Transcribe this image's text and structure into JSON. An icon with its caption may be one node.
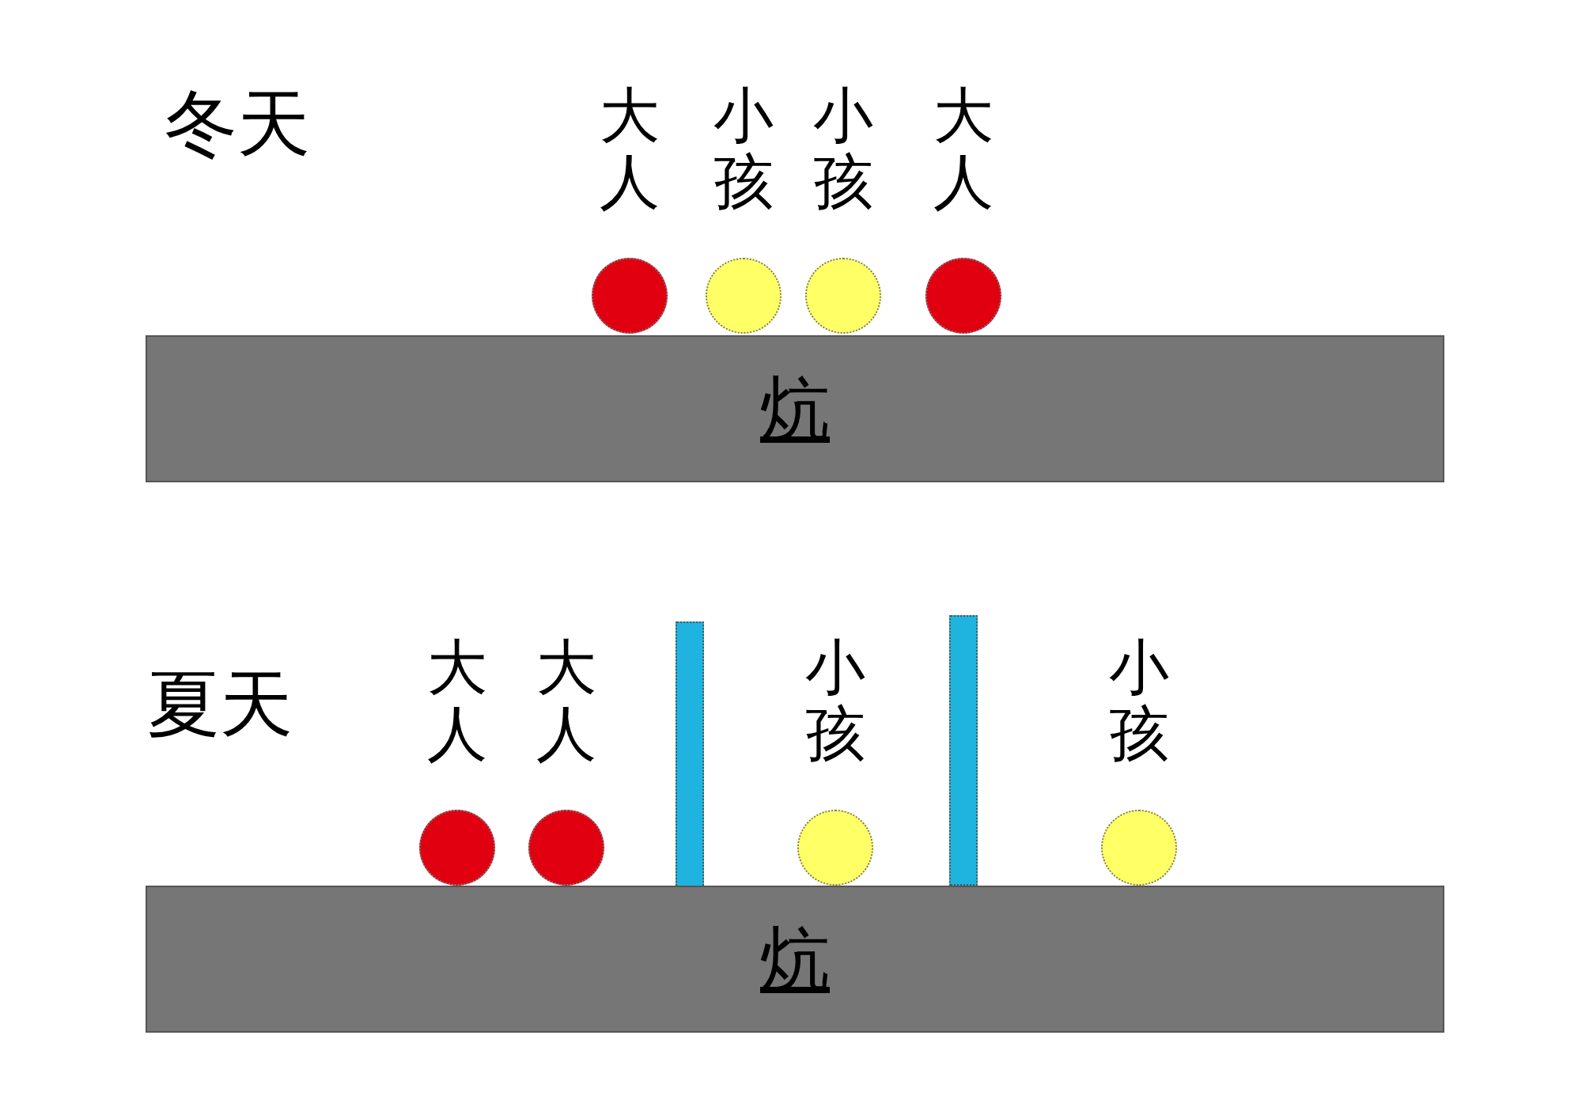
{
  "diagram": {
    "nodes": [
      {
        "text": [],
        "shape": "circle",
        "beside": [
          "大人"
        ]
      },
      {
        "text": [],
        "shape": "circle",
        "beside": [
          "小孩"
        ]
      },
      {
        "text": [],
        "shape": "circle",
        "beside": [
          "小孩"
        ]
      },
      {
        "text": [],
        "shape": "circle",
        "beside": [
          "大人"
        ]
      },
      {
        "text": [
          "炕"
        ]
      },
      {
        "text": [],
        "shape": "circle",
        "beside": [
          "大人"
        ]
      },
      {
        "text": [],
        "shape": "circle",
        "beside": [
          "大人"
        ]
      },
      {
        "text": [],
        "shape": "bar"
      },
      {
        "text": [],
        "shape": "circle",
        "beside": [
          "小孩"
        ]
      },
      {
        "text": [],
        "shape": "bar"
      },
      {
        "text": [],
        "shape": "circle",
        "beside": [
          "小孩"
        ]
      },
      {
        "text": [
          "炕"
        ]
      }
    ],
    "labels": [
      "冬天",
      "夏天"
    ]
  }
}
